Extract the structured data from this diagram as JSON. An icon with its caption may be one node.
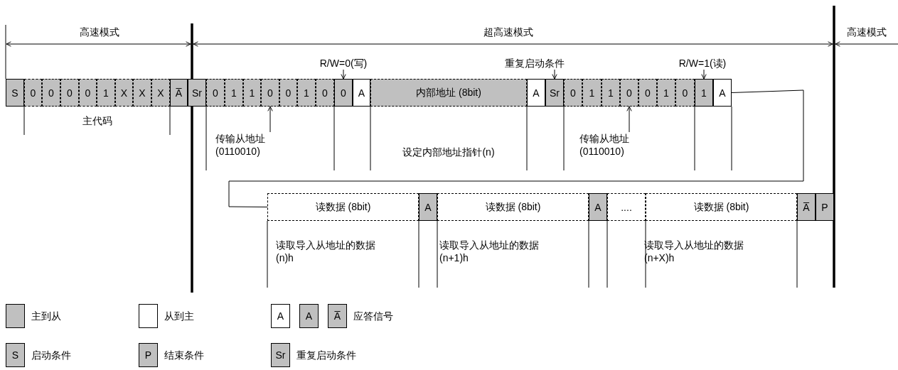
{
  "diagram": {
    "nodes": [
      {
        "text": [
          "S"
        ]
      },
      {
        "text": [
          "0"
        ]
      },
      {
        "text": [
          "0"
        ]
      },
      {
        "text": [
          "0"
        ]
      },
      {
        "text": [
          "0"
        ]
      },
      {
        "text": [
          "1"
        ]
      },
      {
        "text": [
          "X"
        ]
      },
      {
        "text": [
          "X"
        ]
      },
      {
        "text": [
          "X"
        ]
      },
      {
        "text": [
          "A̅"
        ]
      },
      {
        "text": [
          "Sr"
        ]
      },
      {
        "text": [
          "0"
        ]
      },
      {
        "text": [
          "1"
        ]
      },
      {
        "text": [
          "1"
        ]
      },
      {
        "text": [
          "0"
        ]
      },
      {
        "text": [
          "0"
        ]
      },
      {
        "text": [
          "1"
        ]
      },
      {
        "text": [
          "0"
        ]
      },
      {
        "text": [
          "0"
        ]
      },
      {
        "text": [
          "A"
        ]
      },
      {
        "text": [
          "内部地址 (8bit)"
        ]
      },
      {
        "text": [
          "A"
        ]
      },
      {
        "text": [
          "Sr"
        ]
      },
      {
        "text": [
          "0"
        ]
      },
      {
        "text": [
          "1"
        ]
      },
      {
        "text": [
          "1"
        ]
      },
      {
        "text": [
          "0"
        ]
      },
      {
        "text": [
          "0"
        ]
      },
      {
        "text": [
          "1"
        ]
      },
      {
        "text": [
          "0"
        ]
      },
      {
        "text": [
          "1"
        ]
      },
      {
        "text": [
          "A"
        ]
      },
      {
        "text": [
          "读数据 (8bit)"
        ]
      },
      {
        "text": [
          "A"
        ]
      },
      {
        "text": [
          "读数据 (8bit)"
        ]
      },
      {
        "text": [
          "A"
        ]
      },
      {
        "text": [
          "...."
        ]
      },
      {
        "text": [
          "读数据 (8bit)"
        ]
      },
      {
        "text": [
          "A̅"
        ]
      },
      {
        "text": [
          "P"
        ]
      },
      {
        "text": [
          "R/W=0(写)"
        ]
      },
      {
        "text": [
          "重复启动条件"
        ]
      },
      {
        "text": [
          "R/W=1(读)"
        ]
      },
      {
        "text": [
          "传输从地址 (0110010)"
        ]
      },
      {
        "text": [
          "传输从地址 (0110010)"
        ]
      }
    ],
    "edges": [
      {
        "from": 31,
        "to": 32,
        "arrow": "none"
      },
      {
        "from": 40,
        "to": 18,
        "arrow": "to"
      },
      {
        "from": 41,
        "to": 22,
        "arrow": "to"
      },
      {
        "from": 42,
        "to": 30,
        "arrow": "to"
      },
      {
        "from": 43,
        "to": 14,
        "arrow": "to"
      },
      {
        "from": 44,
        "to": 26,
        "arrow": "to"
      }
    ],
    "labels": [
      "高速模式",
      "超高速模式",
      "高速模式",
      "主代码",
      "设定内部地址指针(n)",
      "读取导入从地址的数据 (n)h",
      "读取导入从地址的数据 (n+1)h",
      "读取导入从地址的数据 (n+X)h",
      "A",
      "A",
      "A̅",
      "S",
      "P",
      "Sr"
    ],
    "legend": [
      {
        "text": "主到从",
        "color": "#c0c0c0"
      },
      {
        "text": "从到主",
        "color": "#ffffff"
      },
      {
        "text": "应答信号"
      },
      {
        "text": "启动条件"
      },
      {
        "text": "结束条件"
      },
      {
        "text": "重复启动条件"
      }
    ]
  }
}
